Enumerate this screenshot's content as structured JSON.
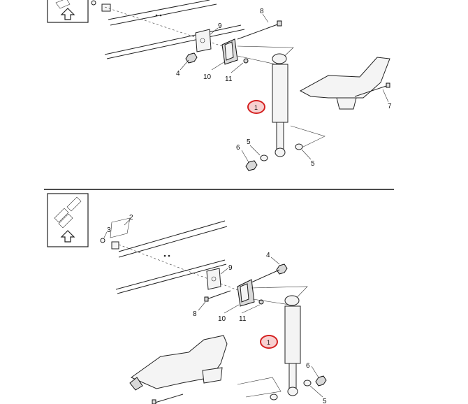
{
  "top_view": {
    "callouts": {
      "c8": "8",
      "c9": "9",
      "c4": "4",
      "c10": "10",
      "c11": "11",
      "c7": "7",
      "c6": "6",
      "c5a": "5",
      "c5b": "5",
      "c1": "1"
    }
  },
  "bottom_view": {
    "callouts": {
      "c2": "2",
      "c3": "3",
      "c4": "4",
      "c9": "9",
      "c8": "8",
      "c10": "10",
      "c11": "11",
      "c6": "6",
      "c5": "5",
      "c1": "1"
    }
  },
  "icons": [
    "front-direction-arrow-icon",
    "vehicle-orientation-icon"
  ],
  "colors": {
    "highlight": "#d42020",
    "ink": "#222222"
  }
}
